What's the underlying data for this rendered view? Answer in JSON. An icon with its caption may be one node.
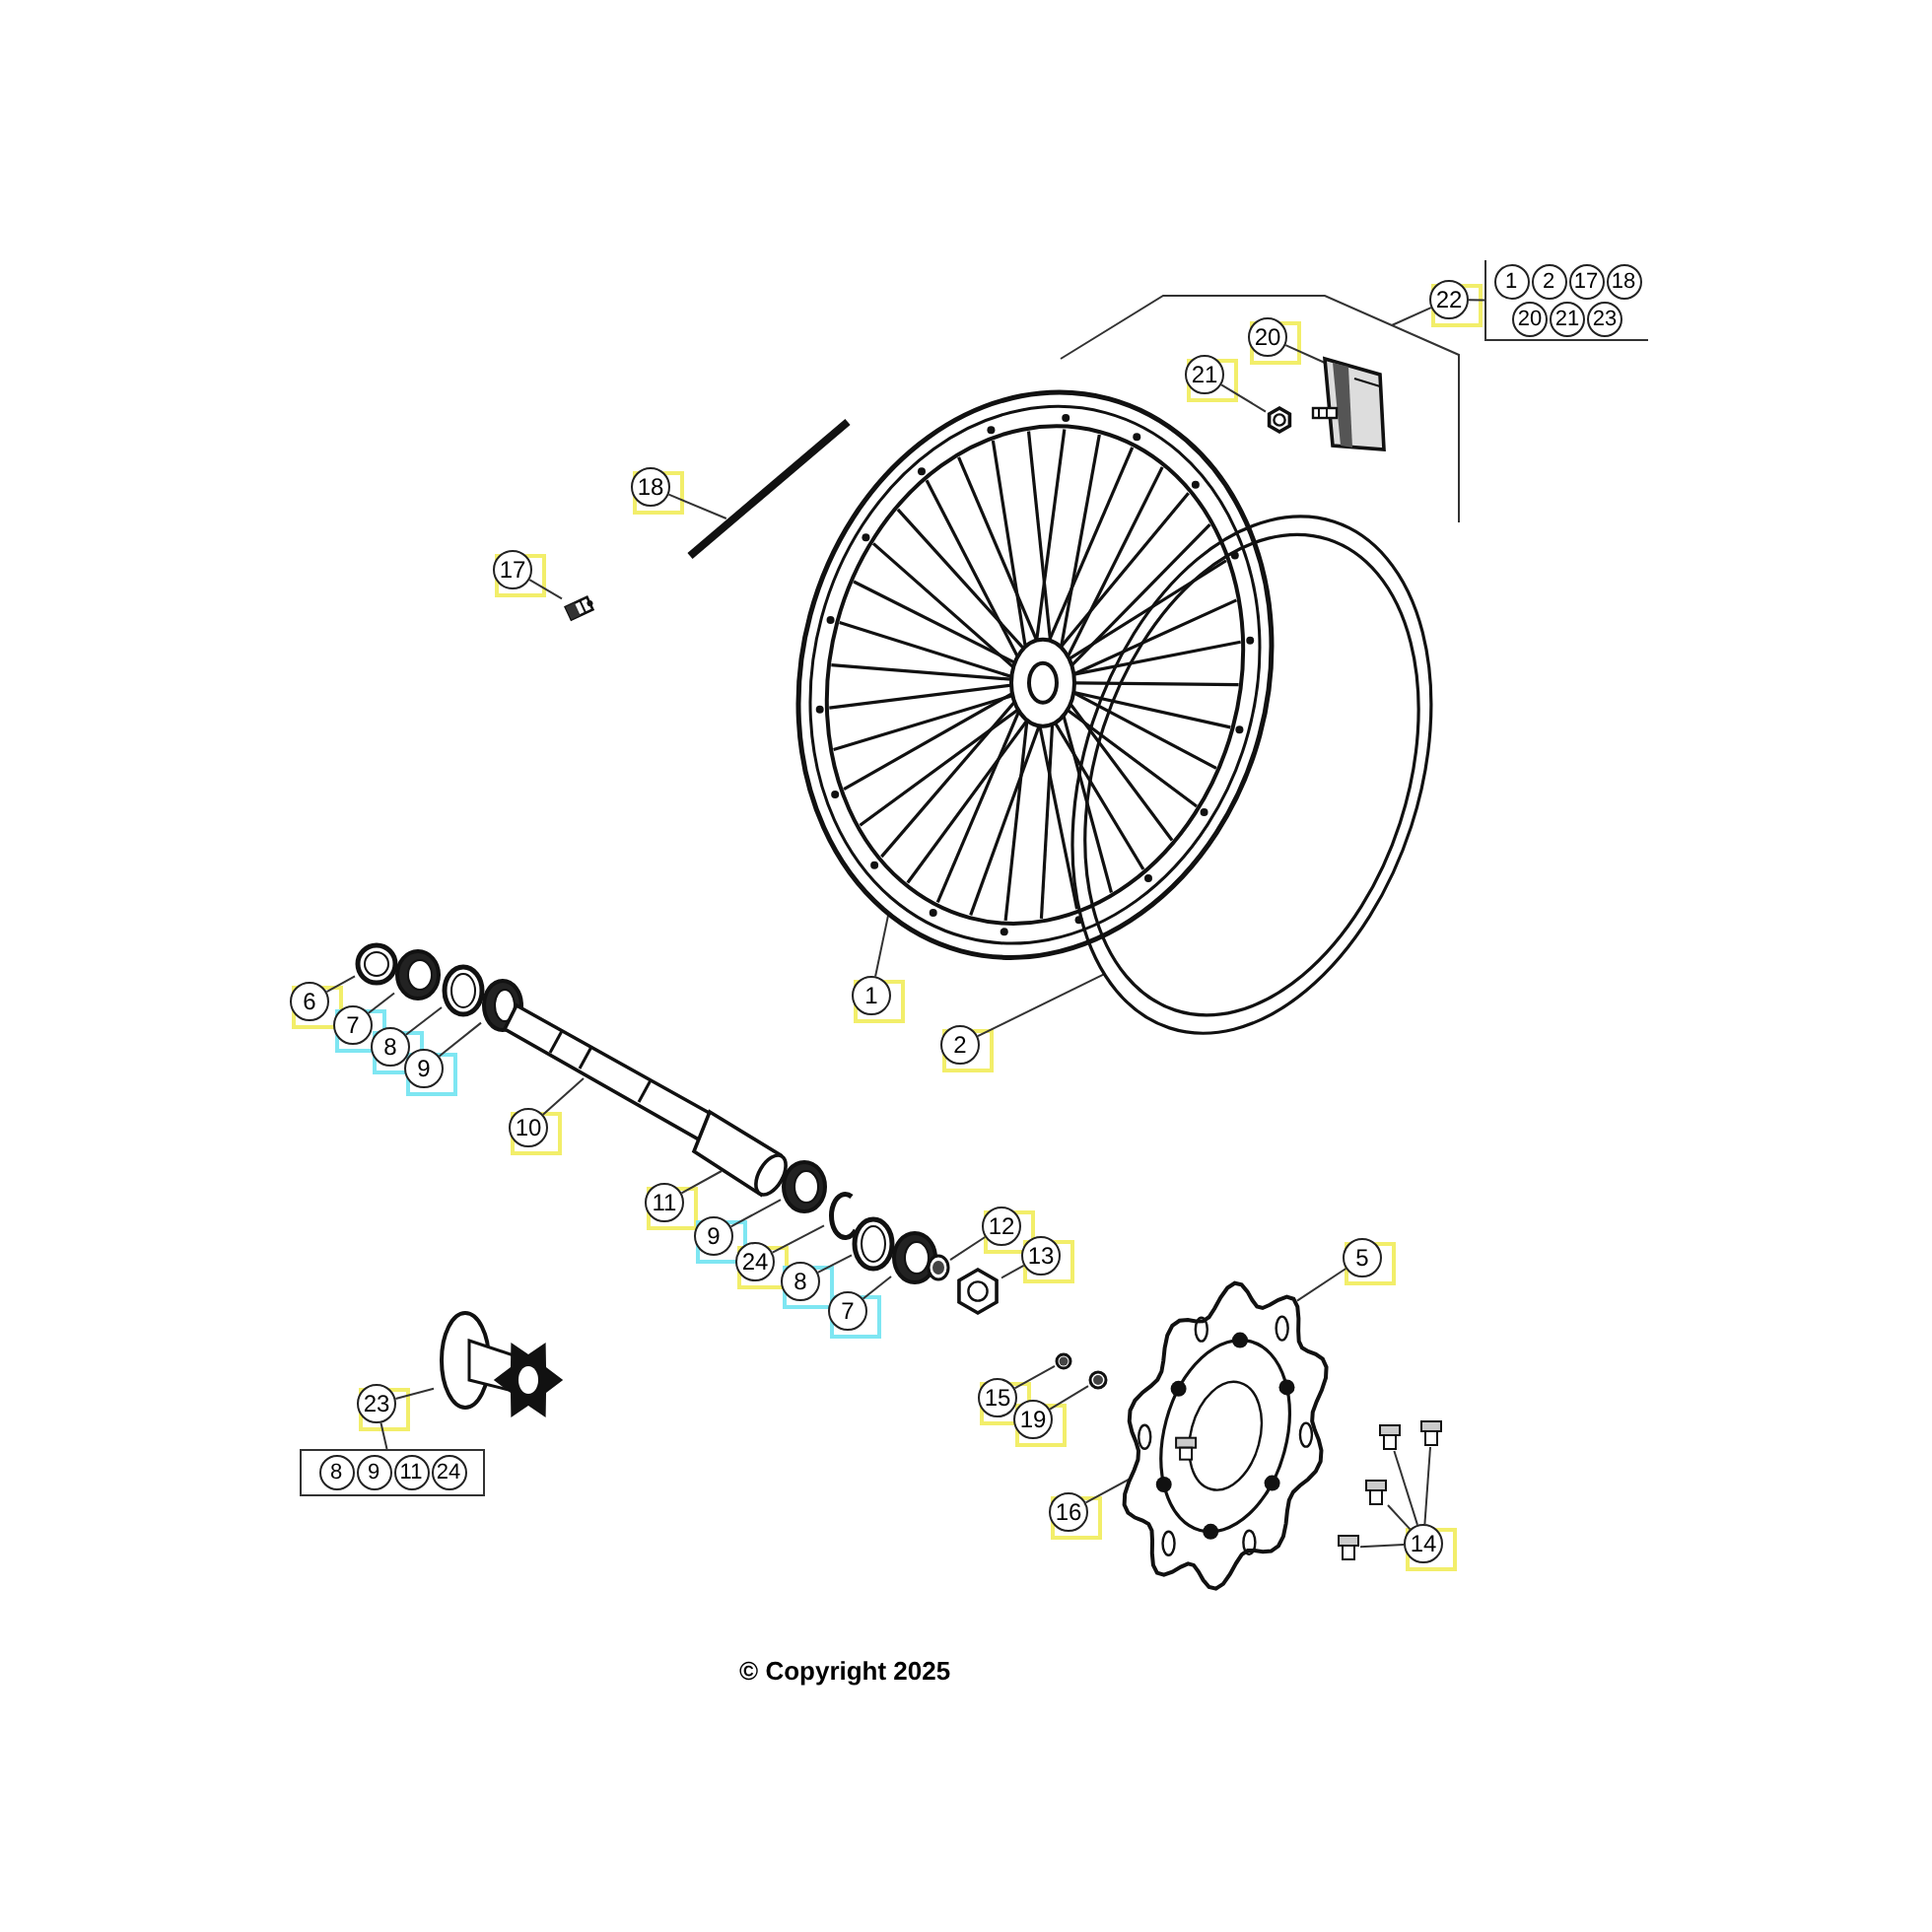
{
  "diagram": {
    "nodes": [
      {
        "text": [
          "22"
        ]
      },
      {
        "text": [
          "1",
          "2",
          "17",
          "18",
          "20",
          "21",
          "23"
        ]
      },
      {
        "text": [
          "20"
        ]
      },
      {
        "text": [],
        "shape": "picture"
      },
      {
        "text": [
          "21"
        ]
      },
      {
        "text": [],
        "shape": "picture"
      },
      {
        "text": [
          "18"
        ]
      },
      {
        "text": [],
        "shape": "picture"
      },
      {
        "text": [
          "17"
        ]
      },
      {
        "text": [],
        "shape": "picture"
      },
      {
        "text": [],
        "shape": "picture"
      },
      {
        "text": [],
        "shape": "picture"
      },
      {
        "text": [
          "1"
        ]
      },
      {
        "text": [
          "2"
        ]
      },
      {
        "text": [
          "6"
        ]
      },
      {
        "text": [],
        "shape": "picture"
      },
      {
        "text": [
          "7"
        ]
      },
      {
        "text": [],
        "shape": "picture"
      },
      {
        "text": [
          "8"
        ]
      },
      {
        "text": [],
        "shape": "picture"
      },
      {
        "text": [
          "9"
        ]
      },
      {
        "text": [],
        "shape": "picture"
      },
      {
        "text": [
          "10"
        ]
      },
      {
        "text": [],
        "shape": "picture"
      },
      {
        "text": [
          "11"
        ]
      },
      {
        "text": [],
        "shape": "picture"
      },
      {
        "text": [
          "9"
        ]
      },
      {
        "text": [],
        "shape": "picture"
      },
      {
        "text": [
          "24"
        ]
      },
      {
        "text": [],
        "shape": "picture"
      },
      {
        "text": [
          "8"
        ]
      },
      {
        "text": [],
        "shape": "picture"
      },
      {
        "text": [
          "7"
        ]
      },
      {
        "text": [],
        "shape": "picture"
      },
      {
        "text": [
          "12"
        ]
      },
      {
        "text": [],
        "shape": "picture"
      },
      {
        "text": [
          "13"
        ]
      },
      {
        "text": [],
        "shape": "picture"
      },
      {
        "text": [
          "5"
        ]
      },
      {
        "text": [],
        "shape": "picture"
      },
      {
        "text": [
          "15"
        ]
      },
      {
        "text": [],
        "shape": "picture"
      },
      {
        "text": [
          "19"
        ]
      },
      {
        "text": [],
        "shape": "picture"
      },
      {
        "text": [
          "16"
        ]
      },
      {
        "text": [],
        "shape": "picture",
        "in": 39
      },
      {
        "text": [
          "23"
        ]
      },
      {
        "text": [],
        "shape": "picture"
      },
      {
        "text": [
          "8",
          "9",
          "11",
          "24"
        ]
      },
      {
        "text": [
          "14"
        ]
      },
      {
        "text": [],
        "shape": "picture"
      },
      {
        "text": [],
        "shape": "picture"
      },
      {
        "text": [],
        "shape": "picture"
      },
      {
        "text": [],
        "shape": "picture"
      }
    ],
    "edges": [
      {
        "from": 0,
        "to": 1,
        "arrow": "none"
      },
      {
        "from": 0,
        "to": null,
        "arrow": "none"
      },
      {
        "from": 2,
        "to": 3,
        "arrow": "none"
      },
      {
        "from": 4,
        "to": 5,
        "arrow": "none"
      },
      {
        "from": 6,
        "to": 7,
        "arrow": "none"
      },
      {
        "from": 8,
        "to": 9,
        "arrow": "none"
      },
      {
        "from": 12,
        "to": 10,
        "arrow": "none"
      },
      {
        "from": 13,
        "to": 11,
        "arrow": "none"
      },
      {
        "from": 14,
        "to": 15,
        "arrow": "none"
      },
      {
        "from": 16,
        "to": 17,
        "arrow": "none"
      },
      {
        "from": 18,
        "to": 19,
        "arrow": "none"
      },
      {
        "from": 20,
        "to": 21,
        "arrow": "none"
      },
      {
        "from": 22,
        "to": 23,
        "arrow": "none"
      },
      {
        "from": 24,
        "to": 25,
        "arrow": "none"
      },
      {
        "from": 26,
        "to": 27,
        "arrow": "none"
      },
      {
        "from": 28,
        "to": 29,
        "arrow": "none"
      },
      {
        "from": 30,
        "to": 31,
        "arrow": "none"
      },
      {
        "from": 32,
        "to": 33,
        "arrow": "none"
      },
      {
        "from": 34,
        "to": 35,
        "arrow": "none"
      },
      {
        "from": 36,
        "to": 37,
        "arrow": "none"
      },
      {
        "from": 38,
        "to": 39,
        "arrow": "none"
      },
      {
        "from": 40,
        "to": 41,
        "arrow": "none"
      },
      {
        "from": 42,
        "to": 43,
        "arrow": "none"
      },
      {
        "from": 44,
        "to": 45,
        "arrow": "none"
      },
      {
        "from": 46,
        "to": 47,
        "arrow": "none"
      },
      {
        "from": 46,
        "to": 48,
        "arrow": "none"
      },
      {
        "from": 49,
        "to": 50,
        "arrow": "none"
      },
      {
        "from": 49,
        "to": 51,
        "arrow": "none"
      },
      {
        "from": 49,
        "to": 52,
        "arrow": "none"
      },
      {
        "from": 49,
        "to": 53,
        "arrow": "none"
      }
    ],
    "labels": [
      "© Copyright 2025"
    ]
  }
}
